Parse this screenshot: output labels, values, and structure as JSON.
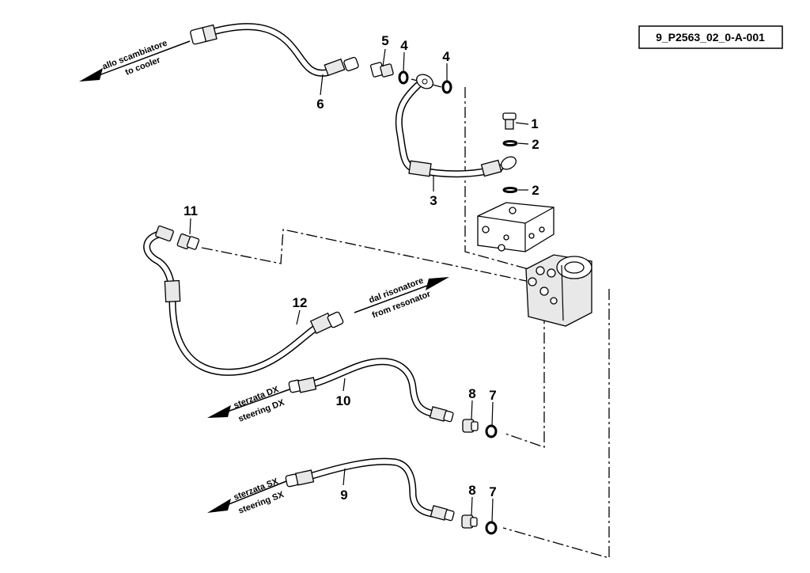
{
  "reference_code": "9_P2563_02_0-A-001",
  "callouts": {
    "c1": "1",
    "c2a": "2",
    "c2b": "2",
    "c3": "3",
    "c4a": "4",
    "c4b": "4",
    "c5": "5",
    "c6": "6",
    "c7a": "7",
    "c7b": "7",
    "c8a": "8",
    "c8b": "8",
    "c9": "9",
    "c10": "10",
    "c11": "11",
    "c12": "12"
  },
  "directions": {
    "to_cooler_it": "allo scambiatore",
    "to_cooler_en": "to cooler",
    "from_resonator_it": "dal risonatore",
    "from_resonator_en": "from resonator",
    "steering_dx_it": "sterzata DX",
    "steering_dx_en": "steering DX",
    "steering_sx_it": "sterzata SX",
    "steering_sx_en": "steering SX"
  }
}
